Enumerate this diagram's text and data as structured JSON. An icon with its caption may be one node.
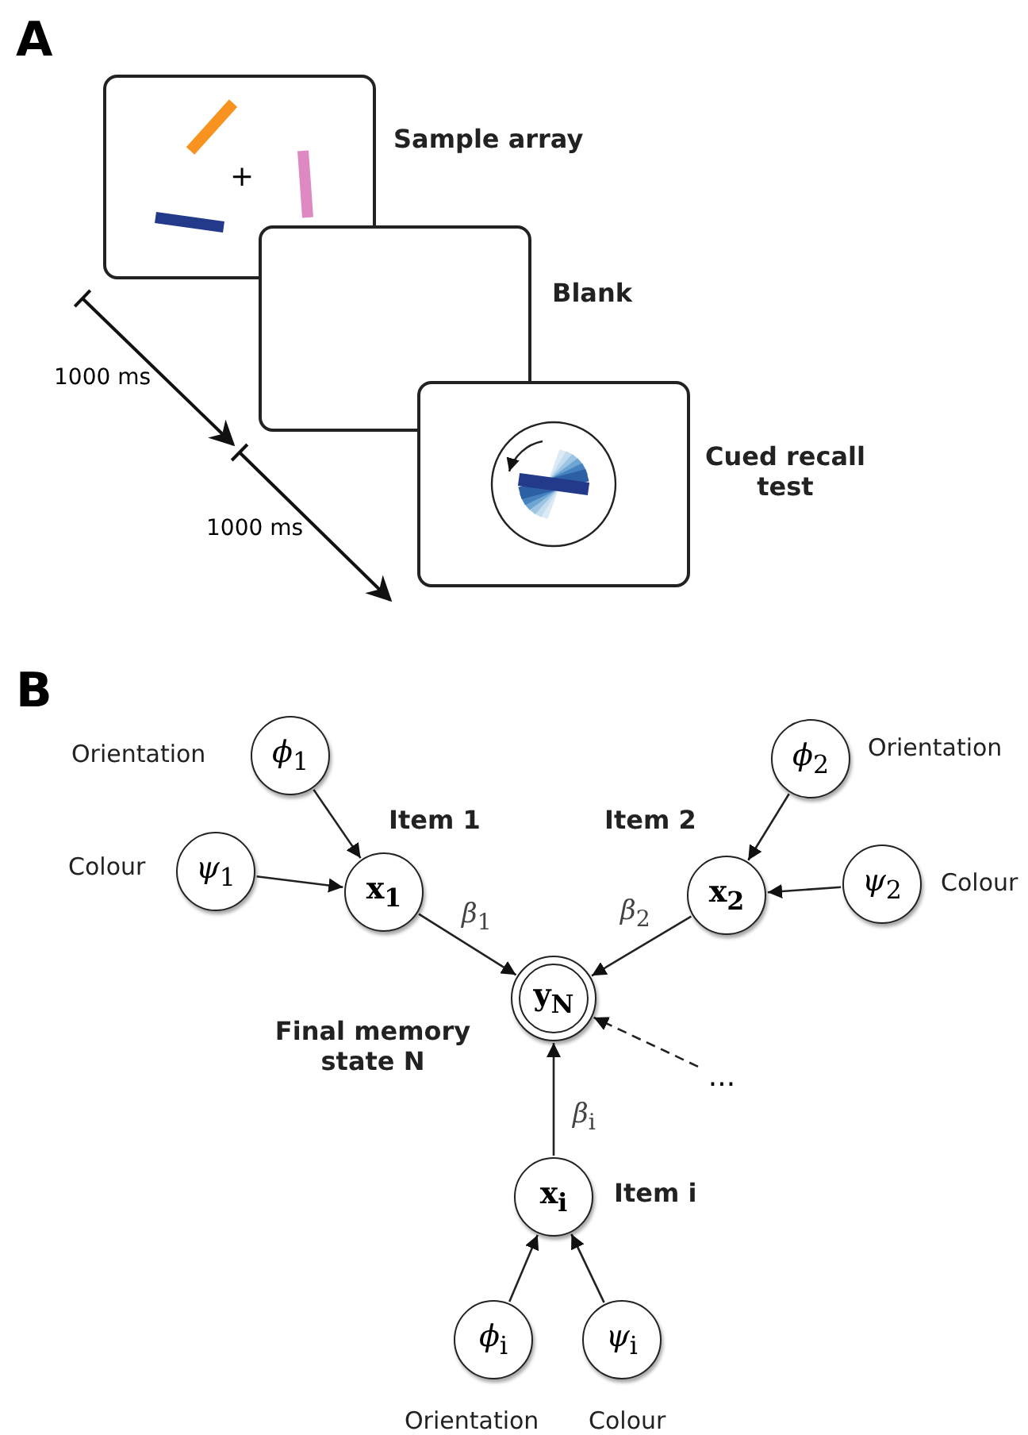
{
  "diagram": {
    "nodes": [
      {
        "text": [
          "+"
        ],
        "beside": [
          "Sample array"
        ]
      },
      {
        "text": [],
        "shape": "box",
        "beside": [
          "Blank"
        ]
      },
      {
        "text": [],
        "shape": "box",
        "beside": [
          "Cued recall test"
        ]
      },
      {
        "text": [],
        "shape": "picture",
        "in": 2
      },
      {
        "text": [
          "*ϕ*$_{1}$"
        ],
        "beside": [
          "Orientation"
        ]
      },
      {
        "text": [
          "*ϕ*$_{2}$"
        ],
        "beside": [
          "Orientation"
        ]
      },
      {
        "text": [
          "*ψ*$_{1}$"
        ],
        "beside": [
          "Colour"
        ]
      },
      {
        "text": [
          "x$_{1}$"
        ],
        "beside": [
          "Item 1"
        ]
      },
      {
        "text": [
          "x$_{2}$"
        ],
        "beside": [
          "Item 2"
        ]
      },
      {
        "text": [
          "*ψ*$_{2}$"
        ],
        "beside": [
          "Colour"
        ]
      },
      {
        "text": [
          "y$_{N}$"
        ],
        "beside": [
          "Final memory state N"
        ]
      },
      {
        "text": [
          "..."
        ]
      },
      {
        "text": [
          "x$_{i}$"
        ],
        "beside": [
          "Item i"
        ]
      },
      {
        "text": [
          "*ϕ*$_{i}$"
        ],
        "beside": [
          "Orientation"
        ]
      },
      {
        "text": [
          "*ψ*$_{i}$"
        ],
        "beside": [
          "Colour"
        ]
      }
    ],
    "edges": [
      {
        "from": 4,
        "to": 7,
        "arrow": "to"
      },
      {
        "from": 6,
        "to": 7,
        "arrow": "to"
      },
      {
        "from": 5,
        "to": 8,
        "arrow": "to"
      },
      {
        "from": 9,
        "to": 8,
        "arrow": "to"
      },
      {
        "from": 7,
        "to": 10,
        "arrow": "to",
        "label": "*β*$_{1}$"
      },
      {
        "from": 8,
        "to": 10,
        "arrow": "to",
        "label": "*β*$_{2}$"
      },
      {
        "from": 11,
        "to": 10,
        "arrow": "to",
        "style": "dashed"
      },
      {
        "from": 12,
        "to": 10,
        "arrow": "to",
        "label": "*β*$_{i}$"
      },
      {
        "from": 13,
        "to": 12,
        "arrow": "to"
      },
      {
        "from": 14,
        "to": 12,
        "arrow": "to"
      }
    ],
    "labels": [
      "A",
      "B",
      "1000 ms",
      "1000 ms"
    ]
  }
}
